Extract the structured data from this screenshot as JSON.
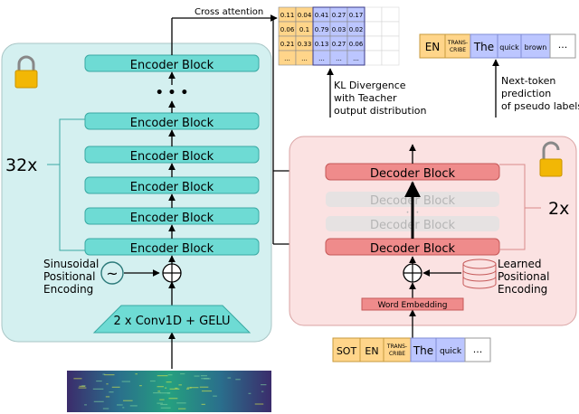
{
  "cross_attention_label": "Cross attention",
  "attention_matrix": {
    "rows": [
      [
        "0.11",
        "0.04",
        "0.41",
        "0.27",
        "0.17"
      ],
      [
        "0.06",
        "0.1",
        "0.79",
        "0.03",
        "0.02"
      ],
      [
        "0.21",
        "0.33",
        "0.13",
        "0.27",
        "0.06"
      ],
      [
        "...",
        "...",
        "...",
        "...",
        "..."
      ]
    ]
  },
  "kl_label": [
    "KL Divergence",
    "with Teacher",
    "output distribution"
  ],
  "output_tokens": [
    "EN",
    "TRANS-",
    "CRIBE",
    "The",
    "quick",
    "brown",
    "..."
  ],
  "next_token_label": [
    "Next-token",
    "prediction",
    "of pseudo labels"
  ],
  "encoder": {
    "block_label": "Encoder Block",
    "ellipsis": "• • •",
    "repeat_label": "32x",
    "conv_label": "2 x Conv1D + GELU",
    "positional_label": [
      "Sinusoidal",
      "Positional",
      "Encoding"
    ],
    "sine_glyph": "~"
  },
  "decoder": {
    "block_label": "Decoder Block",
    "repeat_label": "2x",
    "dots": "• • •",
    "word_embedding_label": "Word Embedding",
    "positional_label": [
      "Learned",
      "Positional",
      "Encoding"
    ]
  },
  "input_tokens": [
    "SOT",
    "EN",
    "TRANS-",
    "CRIBE",
    "The",
    "quick",
    "..."
  ],
  "colors": {
    "encoder_panel": "#d4f0f0",
    "encoder_block": "#6edbd4",
    "decoder_panel": "#fbe2e2",
    "decoder_block": "#ef8b8b",
    "ghost_block": "#e2e2e2",
    "token_orange": "#ffd58a",
    "token_blue": "#bcc6ff",
    "lock": "#f2b705"
  }
}
